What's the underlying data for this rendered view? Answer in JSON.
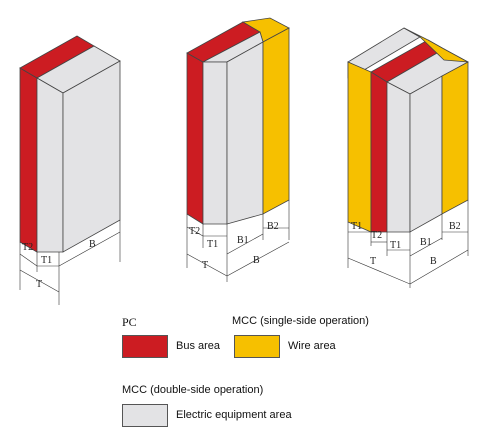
{
  "colors": {
    "bus": "#cc1c22",
    "wire": "#f6c000",
    "equipment": "#e3e3e5",
    "outline": "#444444"
  },
  "cabinets": {
    "pc": {
      "labels": [
        "T2",
        "T1",
        "B",
        "T"
      ]
    },
    "mcc_single": {
      "labels": [
        "T2",
        "T1",
        "B1",
        "B2",
        "T",
        "B"
      ]
    },
    "mcc_double": {
      "labels": [
        "T1",
        "T2",
        "T1",
        "B1",
        "B2",
        "T",
        "B"
      ]
    }
  },
  "legend": {
    "pc_title": "PC",
    "mcc_single_title": "MCC (single-side operation)",
    "mcc_double_title": "MCC (double-side operation)",
    "bus_area": "Bus area",
    "wire_area": "Wire area",
    "equipment_area": "Electric equipment area"
  }
}
